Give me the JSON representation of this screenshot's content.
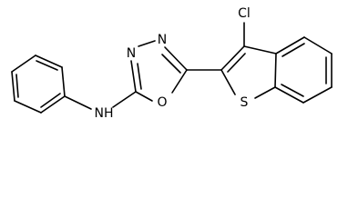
{
  "molecule": {
    "atoms": {
      "nitrogen_top_left": "N",
      "nitrogen_top_right": "N",
      "oxygen_ring": "O",
      "amine_nh": "NH",
      "sulfur": "S",
      "chlorine": "Cl"
    }
  }
}
